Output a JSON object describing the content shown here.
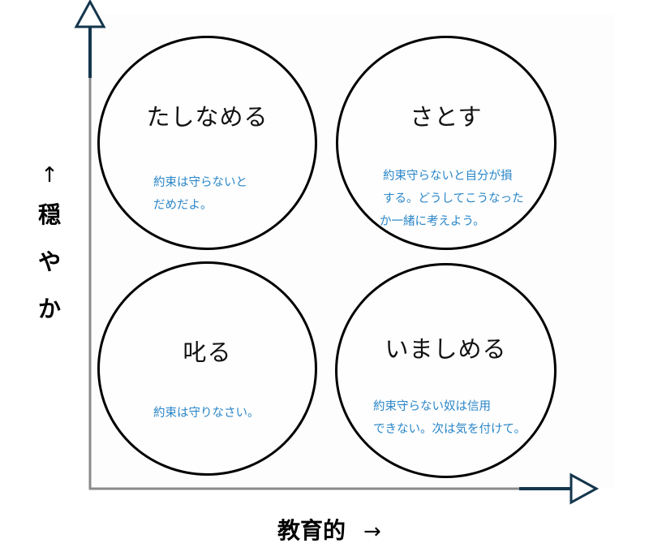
{
  "axes": {
    "y_label": [
      "穏",
      "や",
      "か"
    ],
    "y_arrow": "↑",
    "x_label": "教育的",
    "x_arrow": "→",
    "colors": {
      "axis_gray": "#8a8a8a",
      "axis_navy": "#14364d"
    }
  },
  "quadrants": [
    {
      "position": "top-left",
      "title": "たしなめる",
      "lines": [
        "約束は守らないと",
        "だめだよ。"
      ]
    },
    {
      "position": "top-right",
      "title": "さとす",
      "lines": [
        "約束守らないと自分が損",
        "する。どうしてこうなった",
        "か一緒に考えよう。"
      ]
    },
    {
      "position": "bottom-left",
      "title": "叱る",
      "lines": [
        "約束は守りなさい。"
      ]
    },
    {
      "position": "bottom-right",
      "title": "いましめる",
      "lines": [
        "約束守らない奴は信用",
        "できない。次は気を付けて。"
      ]
    }
  ],
  "colors": {
    "title_text": "#111111",
    "desc_text": "#2a86c8",
    "circle_border": "#000000"
  }
}
